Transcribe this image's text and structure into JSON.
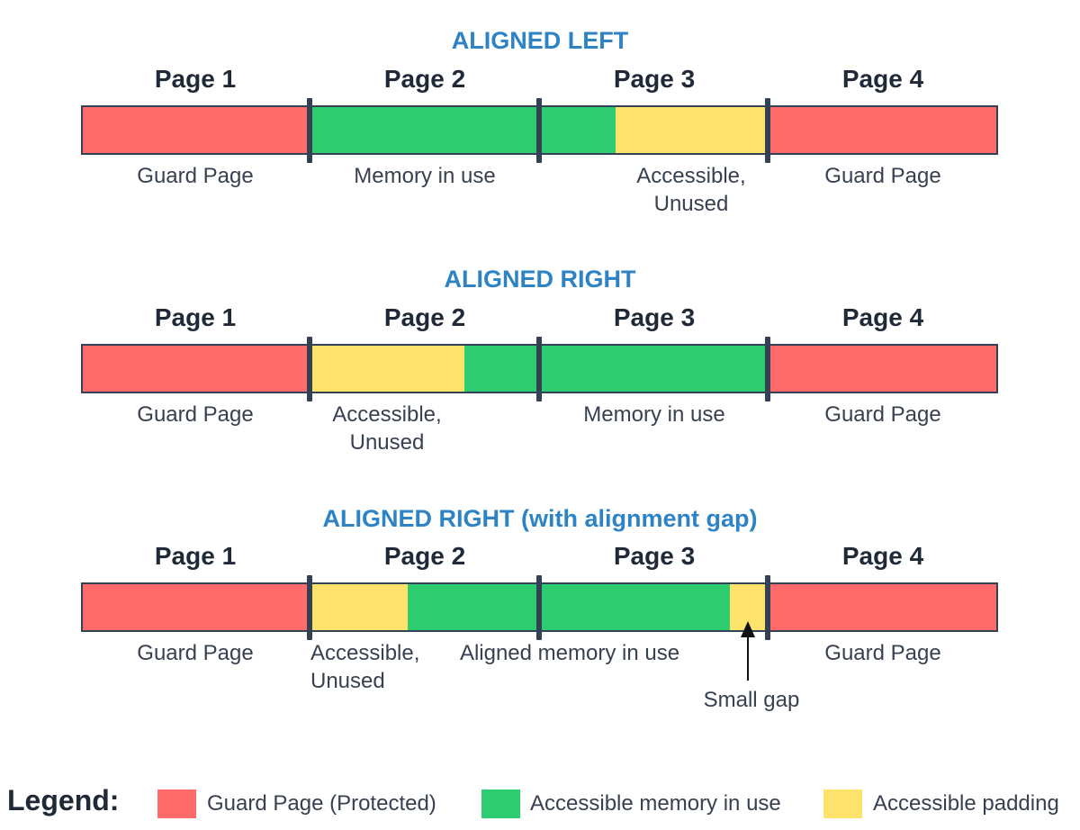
{
  "colors": {
    "guard": "#ff6b6b",
    "in_use": "#2ecc71",
    "padding": "#fde26c",
    "title": "#2d83c4",
    "divider": "#334155"
  },
  "sections": [
    {
      "title": "ALIGNED LEFT",
      "pages": [
        "Page 1",
        "Page 2",
        "Page 3",
        "Page 4"
      ],
      "labels": {
        "guard_left": "Guard Page",
        "in_use": "Memory in use",
        "padding_line1": "Accessible,",
        "padding_line2": "Unused",
        "guard_right": "Guard Page"
      }
    },
    {
      "title": "ALIGNED RIGHT",
      "pages": [
        "Page 1",
        "Page 2",
        "Page 3",
        "Page 4"
      ],
      "labels": {
        "guard_left": "Guard Page",
        "padding_line1": "Accessible,",
        "padding_line2": "Unused",
        "in_use": "Memory in use",
        "guard_right": "Guard Page"
      }
    },
    {
      "title": "ALIGNED RIGHT (with alignment gap)",
      "pages": [
        "Page 1",
        "Page 2",
        "Page 3",
        "Page 4"
      ],
      "labels": {
        "guard_left": "Guard Page",
        "padding_line1": "Accessible,",
        "padding_line2": "Unused",
        "in_use": "Aligned memory in use",
        "gap": "Small gap",
        "guard_right": "Guard Page"
      }
    }
  ],
  "legend": {
    "title": "Legend:",
    "items": [
      {
        "label": "Guard Page (Protected)",
        "color": "#ff6b6b"
      },
      {
        "label": "Accessible memory in use",
        "color": "#2ecc71"
      },
      {
        "label": "Accessible padding",
        "color": "#fde26c"
      }
    ]
  }
}
